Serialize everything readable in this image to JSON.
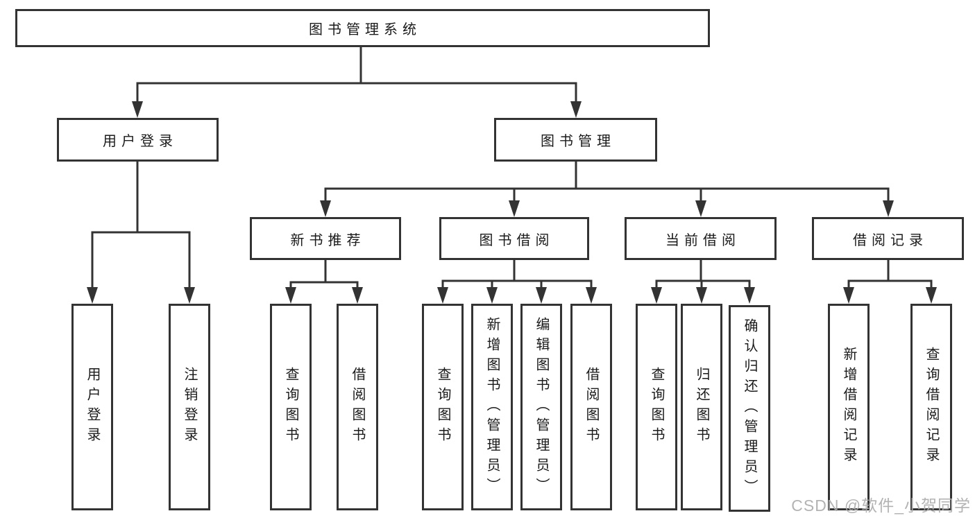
{
  "diagram": {
    "title": "图书管理系统",
    "nodes": {
      "root": "图书管理系统",
      "user_login": "用户登录",
      "book_mgmt": "图书管理",
      "new_book_rec": "新书推荐",
      "book_borrow": "图书借阅",
      "current_borrow": "当前借阅",
      "borrow_records": "借阅记录",
      "login": "用户登录",
      "logout": "注销登录",
      "nbr_query_book": "查询图书",
      "nbr_borrow_book": "借阅图书",
      "bb_query_book": "查询图书",
      "bb_add_book": "新增图书（管理员）",
      "bb_edit_book": "编辑图书（管理员）",
      "bb_borrow_book": "借阅图书",
      "cb_query_book": "查询图书",
      "cb_return_book": "归还图书",
      "cb_confirm_return": "确认归还（管理员）",
      "br_add_record": "新增借阅记录",
      "br_query_record": "查询借阅记录"
    },
    "colors": {
      "line": "#333333",
      "box_border": "#333333",
      "text": "#1a1a1a",
      "background": "#ffffff",
      "watermark": "#acacac"
    }
  },
  "watermark": "CSDN @软件_小贺同学"
}
